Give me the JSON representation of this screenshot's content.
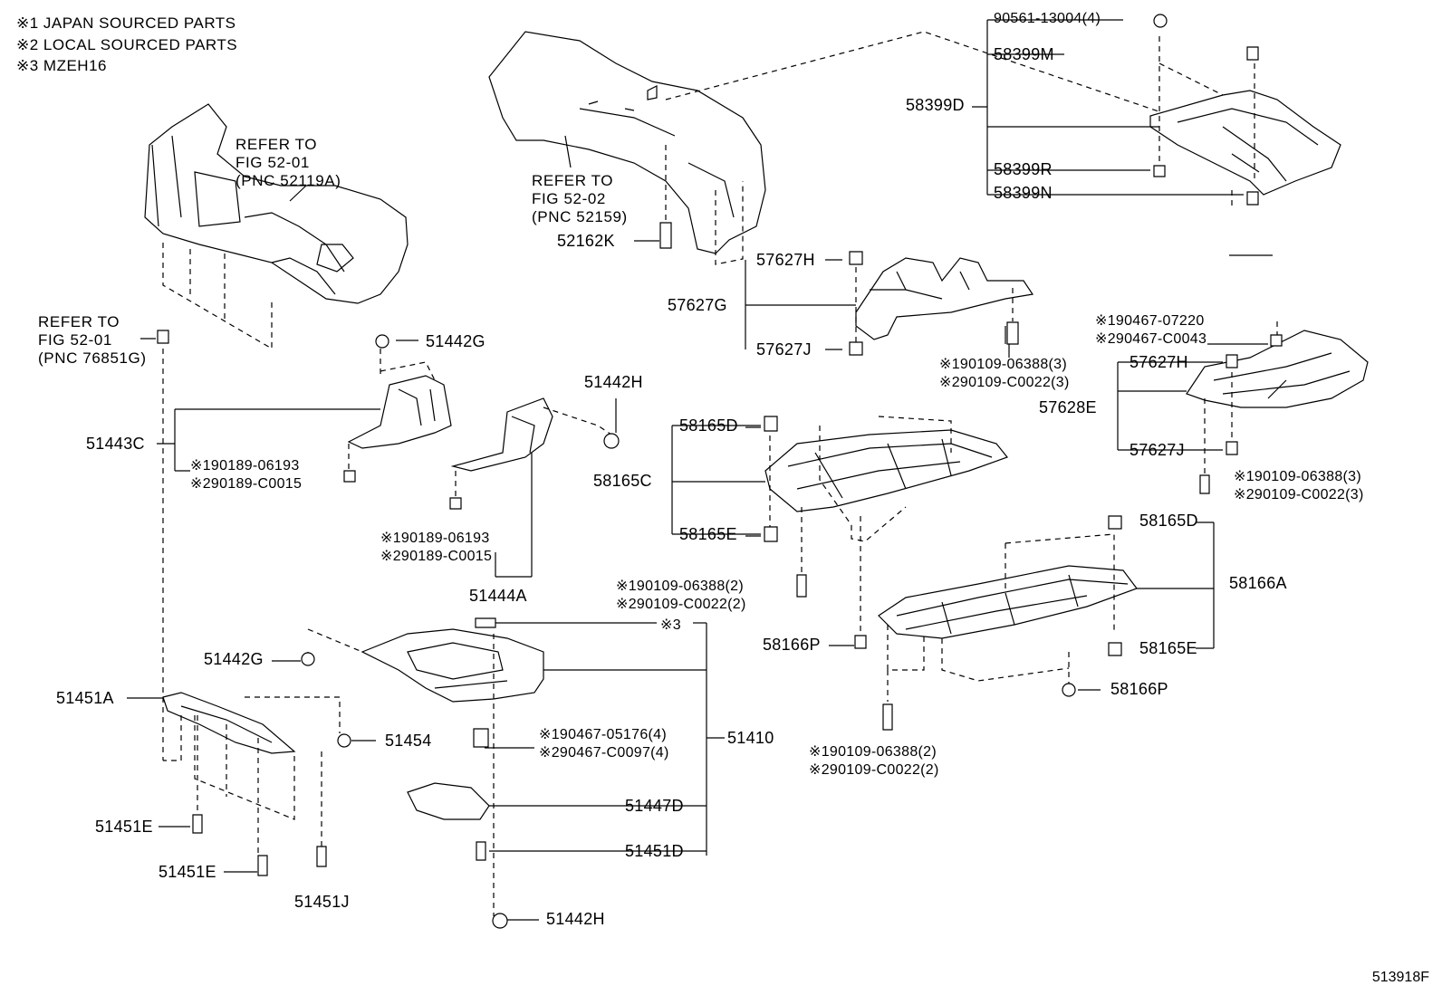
{
  "notes": [
    "※1 JAPAN SOURCED PARTS",
    "※2 LOCAL SOURCED PARTS",
    "※3 MZEH16"
  ],
  "refs": {
    "front_bumper": "REFER TO\nFIG 52-01\n(PNC 52119A)",
    "rear_bumper": "REFER TO\nFIG 52-02\n(PNC 52159)",
    "clip": "REFER TO\nFIG 52-01\n(PNC 76851G)"
  },
  "labels": {
    "p90561": "90561-13004(4)",
    "p58399M": "58399M",
    "p58399D": "58399D",
    "p58399R": "58399R",
    "p58399N": "58399N",
    "p52162K": "52162K",
    "p57627H_a": "57627H",
    "p57627G": "57627G",
    "p57627J_a": "57627J",
    "n190109_06388_3a": "※190109-06388(3)",
    "n290109_C0022_3a": "※290109-C0022(3)",
    "n190467_07220": "※190467-07220",
    "n290467_C0043": "※290467-C0043",
    "p57627H_b": "57627H",
    "p57628E": "57628E",
    "p57627J_b": "57627J",
    "n190109_06388_3b": "※190109-06388(3)",
    "n290109_C0022_3b": "※290109-C0022(3)",
    "p51442G_a": "51442G",
    "p51443C": "51443C",
    "n190189_06193_a": "※190189-06193",
    "n290189_C0015_a": "※290189-C0015",
    "p51442H_a": "51442H",
    "n190189_06193_b": "※190189-06193",
    "n290189_C0015_b": "※290189-C0015",
    "p51444A": "51444A",
    "p58165D_a": "58165D",
    "p58165C": "58165C",
    "p58165E_a": "58165E",
    "n190109_06388_2a": "※190109-06388(2)",
    "n290109_C0022_2a": "※290109-C0022(2)",
    "p58166P_a": "58166P",
    "p58165D_b": "58165D",
    "p58166A": "58166A",
    "p58165E_b": "58165E",
    "p58166P_b": "58166P",
    "n3": "※3",
    "p51442G_b": "51442G",
    "p51451A": "51451A",
    "p51454": "51454",
    "n190467_05176": "※190467-05176(4)",
    "n290467_C0097": "※290467-C0097(4)",
    "p51410": "51410",
    "p51447D": "51447D",
    "p51451D": "51451D",
    "p51451E_a": "51451E",
    "p51451E_b": "51451E",
    "p51451J": "51451J",
    "p51442H_b": "51442H",
    "n190109_06388_2b": "※190109-06388(2)",
    "n290109_C0022_2b": "※290109-C0022(2)"
  },
  "figure_id": "513918F"
}
